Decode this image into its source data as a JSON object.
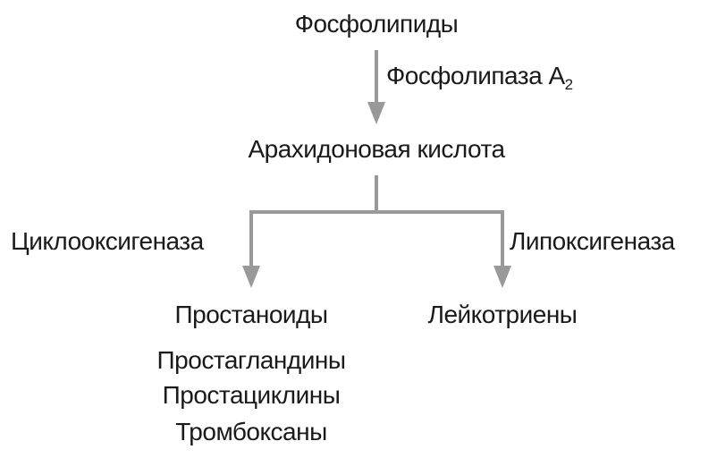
{
  "nodes": {
    "phospholipids": "Фосфолипиды",
    "arachidonic_acid": "Арахидоновая кислота",
    "prostanoids": "Простаноиды",
    "leukotrienes": "Лейкотриены",
    "prostanoid_list": [
      "Простагландины",
      "Простациклины",
      "Тромбоксаны"
    ]
  },
  "enzymes": {
    "phospholipase": "Фосфолипаза A",
    "phospholipase_subscript": "2",
    "cyclooxygenase": "Циклооксигеназа",
    "lipoxygenase": "Липоксигеназа"
  },
  "colors": {
    "arrow": "#999999",
    "text": "#1a1a1a"
  }
}
